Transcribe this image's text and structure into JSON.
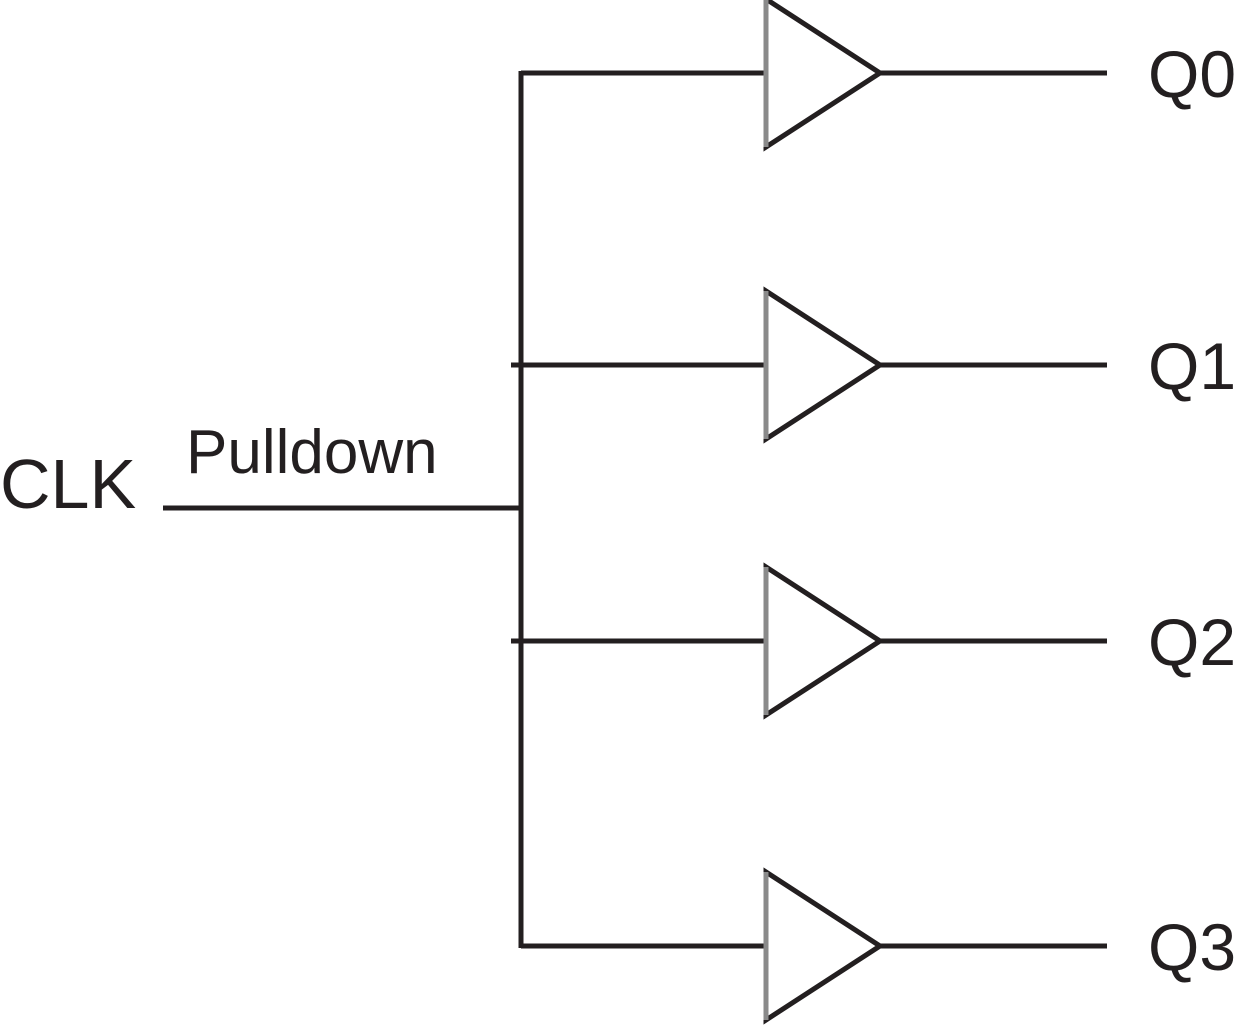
{
  "colors": {
    "wire": "#231f20",
    "buffer_outline": "#231f20",
    "buffer_left_edge": "#8a8a8a",
    "text": "#231f20",
    "background": "#ffffff"
  },
  "input": {
    "signal_label": "CLK",
    "net_label": "Pulldown"
  },
  "buffers": [
    {
      "output_label": "Q0",
      "icon": "buffer-triangle-icon"
    },
    {
      "output_label": "Q1",
      "icon": "buffer-triangle-icon"
    },
    {
      "output_label": "Q2",
      "icon": "buffer-triangle-icon"
    },
    {
      "output_label": "Q3",
      "icon": "buffer-triangle-icon"
    }
  ]
}
